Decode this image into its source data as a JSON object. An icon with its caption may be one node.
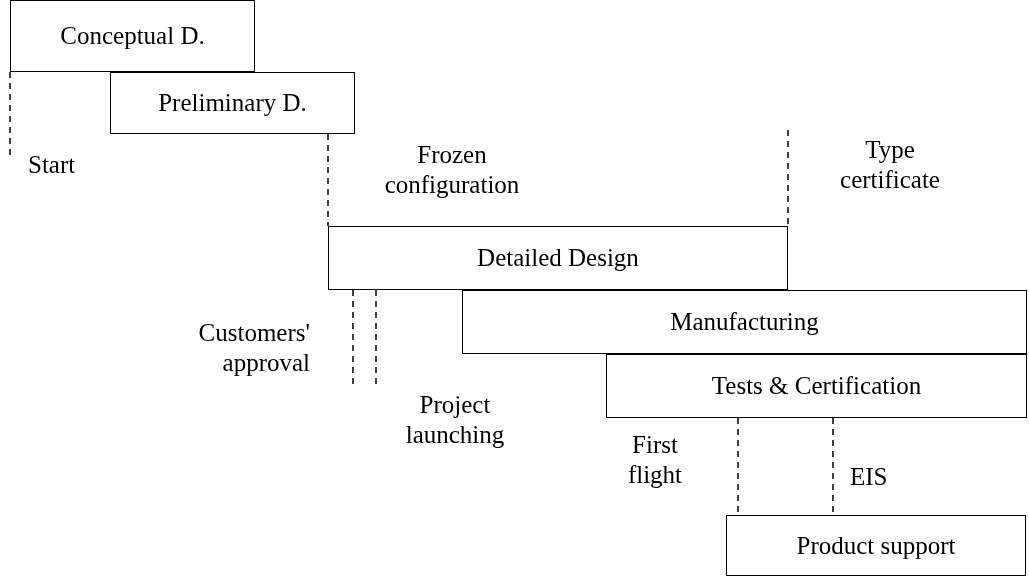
{
  "diagram": {
    "nodes": [
      {
        "text": [
          "Conceptual D."
        ]
      },
      {
        "text": [
          "Preliminary D."
        ]
      },
      {
        "text": [
          "Detailed Design"
        ]
      },
      {
        "text": [
          "Manufacturing"
        ]
      },
      {
        "text": [
          "Tests & Certification"
        ]
      },
      {
        "text": [
          "Product support"
        ]
      }
    ],
    "edges": [
      {
        "from": 1,
        "to": 2,
        "arrow": "none",
        "style": "dashed"
      },
      {
        "from": 4,
        "to": 5,
        "arrow": "none",
        "style": "dashed"
      },
      {
        "from": 4,
        "to": 5,
        "arrow": "none",
        "style": "dashed"
      }
    ],
    "labels": [
      "Start",
      "Frozen configuration",
      "Type certificate",
      "Customers' approval",
      "Project launching",
      "First flight",
      "EIS"
    ]
  }
}
